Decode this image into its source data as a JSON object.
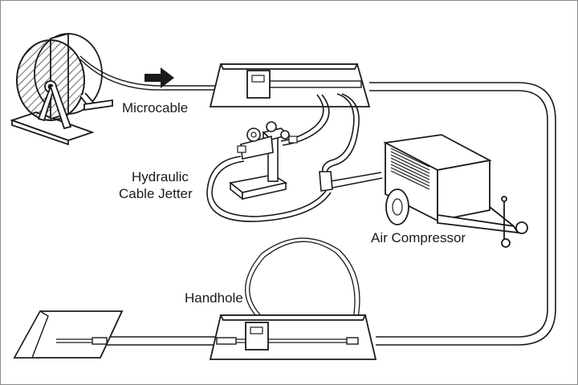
{
  "labels": {
    "microcable": "Microcable",
    "jetter_line1": "Hydraulic",
    "jetter_line2": "Cable Jetter",
    "air_compressor": "Air Compressor",
    "handhole": "Handhole"
  },
  "colors": {
    "line": "#1a1a1a",
    "fill": "#ffffff",
    "frame": "#8a8a8a"
  }
}
